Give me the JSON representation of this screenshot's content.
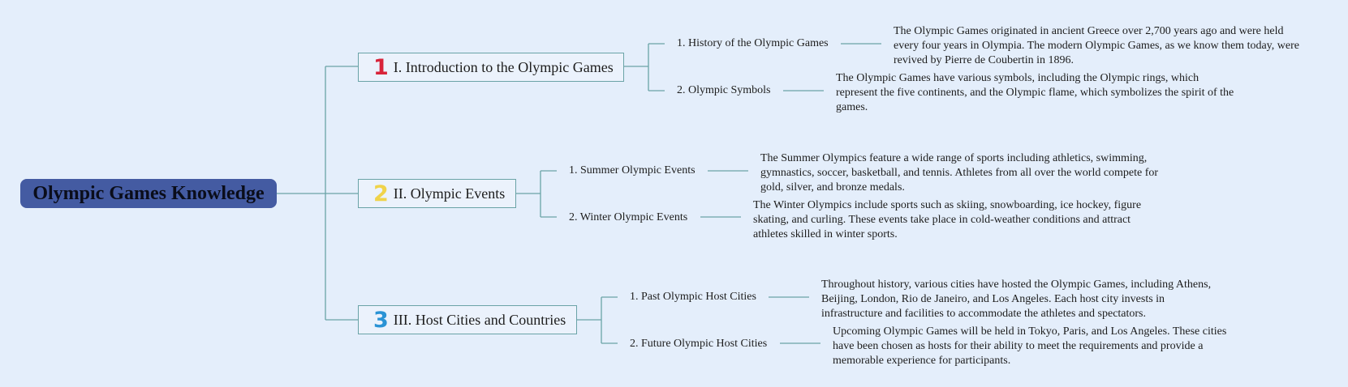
{
  "root": {
    "label": "Olympic Games Knowledge"
  },
  "colors": {
    "background": "#e4eefb",
    "root_fill": "#445ba2",
    "connector": "#6aa3a7",
    "num1": "#d8243a",
    "num2": "#f0d34a",
    "num3": "#2a93d5"
  },
  "branches": [
    {
      "number": "1",
      "label": "I. Introduction to the Olympic Games",
      "children": [
        {
          "label": "1. History of the Olympic Games",
          "note": "The Olympic Games originated in ancient Greece over 2,700 years ago and were held every four years in Olympia. The modern Olympic Games, as we know them today, were revived by Pierre de Coubertin in 1896."
        },
        {
          "label": "2. Olympic Symbols",
          "note": "The Olympic Games have various symbols, including the Olympic rings, which represent the five continents, and the Olympic flame, which symbolizes the spirit of the games."
        }
      ]
    },
    {
      "number": "2",
      "label": "II. Olympic Events",
      "children": [
        {
          "label": "1. Summer Olympic Events",
          "note": "The Summer Olympics feature a wide range of sports including athletics, swimming, gymnastics, soccer, basketball, and tennis. Athletes from all over the world compete for gold, silver, and bronze medals."
        },
        {
          "label": "2. Winter Olympic Events",
          "note": "The Winter Olympics include sports such as skiing, snowboarding, ice hockey, figure skating, and curling. These events take place in cold-weather conditions and attract athletes skilled in winter sports."
        }
      ]
    },
    {
      "number": "3",
      "label": "III. Host Cities and Countries",
      "children": [
        {
          "label": "1. Past Olympic Host Cities",
          "note": "Throughout history, various cities have hosted the Olympic Games, including Athens, Beijing, London, Rio de Janeiro, and Los Angeles. Each host city invests in infrastructure and facilities to accommodate the athletes and spectators."
        },
        {
          "label": "2. Future Olympic Host Cities",
          "note": "Upcoming Olympic Games will be held in Tokyo, Paris, and Los Angeles. These cities have been chosen as hosts for their ability to meet the requirements and provide a memorable experience for participants."
        }
      ]
    }
  ]
}
